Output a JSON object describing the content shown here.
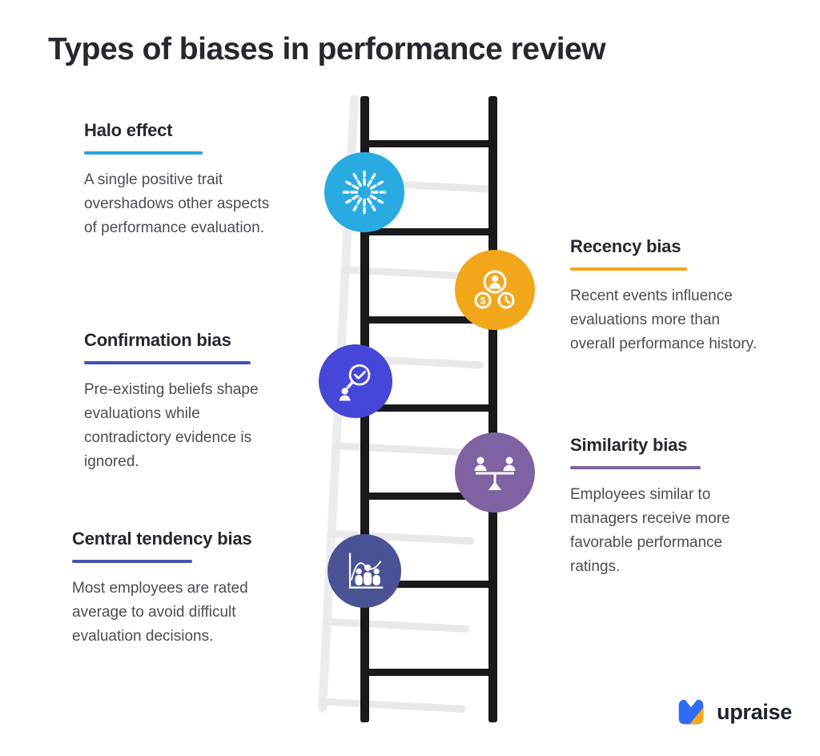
{
  "title": "Types of biases in performance review",
  "biases": [
    {
      "name": "Halo effect",
      "description": "A single positive trait overshadows other aspects of performance evaluation.",
      "accent": "#2B9FE3",
      "icon_bg": "#29ABE2",
      "icon": "burst-icon"
    },
    {
      "name": "Recency bias",
      "description": "Recent events influence evaluations more than overall performance history.",
      "accent": "#F2A71B",
      "icon_bg": "#F2A71B",
      "icon": "person-money-clock-icon"
    },
    {
      "name": "Confirmation bias",
      "description": "Pre-existing beliefs shape evaluations while contradictory evidence is ignored.",
      "accent": "#3F51B5",
      "icon_bg": "#4646D8",
      "icon": "magnifier-check-icon"
    },
    {
      "name": "Similarity bias",
      "description": "Employees similar to managers receive more favorable performance ratings.",
      "accent": "#7E62A1",
      "icon_bg": "#7E62A1",
      "icon": "balance-people-icon"
    },
    {
      "name": "Central tendency bias",
      "description": "Most employees are rated average to avoid difficult evaluation decisions.",
      "accent": "#4A54A8",
      "icon_bg": "#4A5296",
      "icon": "people-distribution-icon"
    }
  ],
  "ladder": {
    "rail_color": "#1A1A1A",
    "shadow_color": "#ECECEC"
  },
  "logo": {
    "text": "upraise",
    "brand_blue": "#2E6BF6",
    "brand_yellow": "#F6A81C"
  }
}
